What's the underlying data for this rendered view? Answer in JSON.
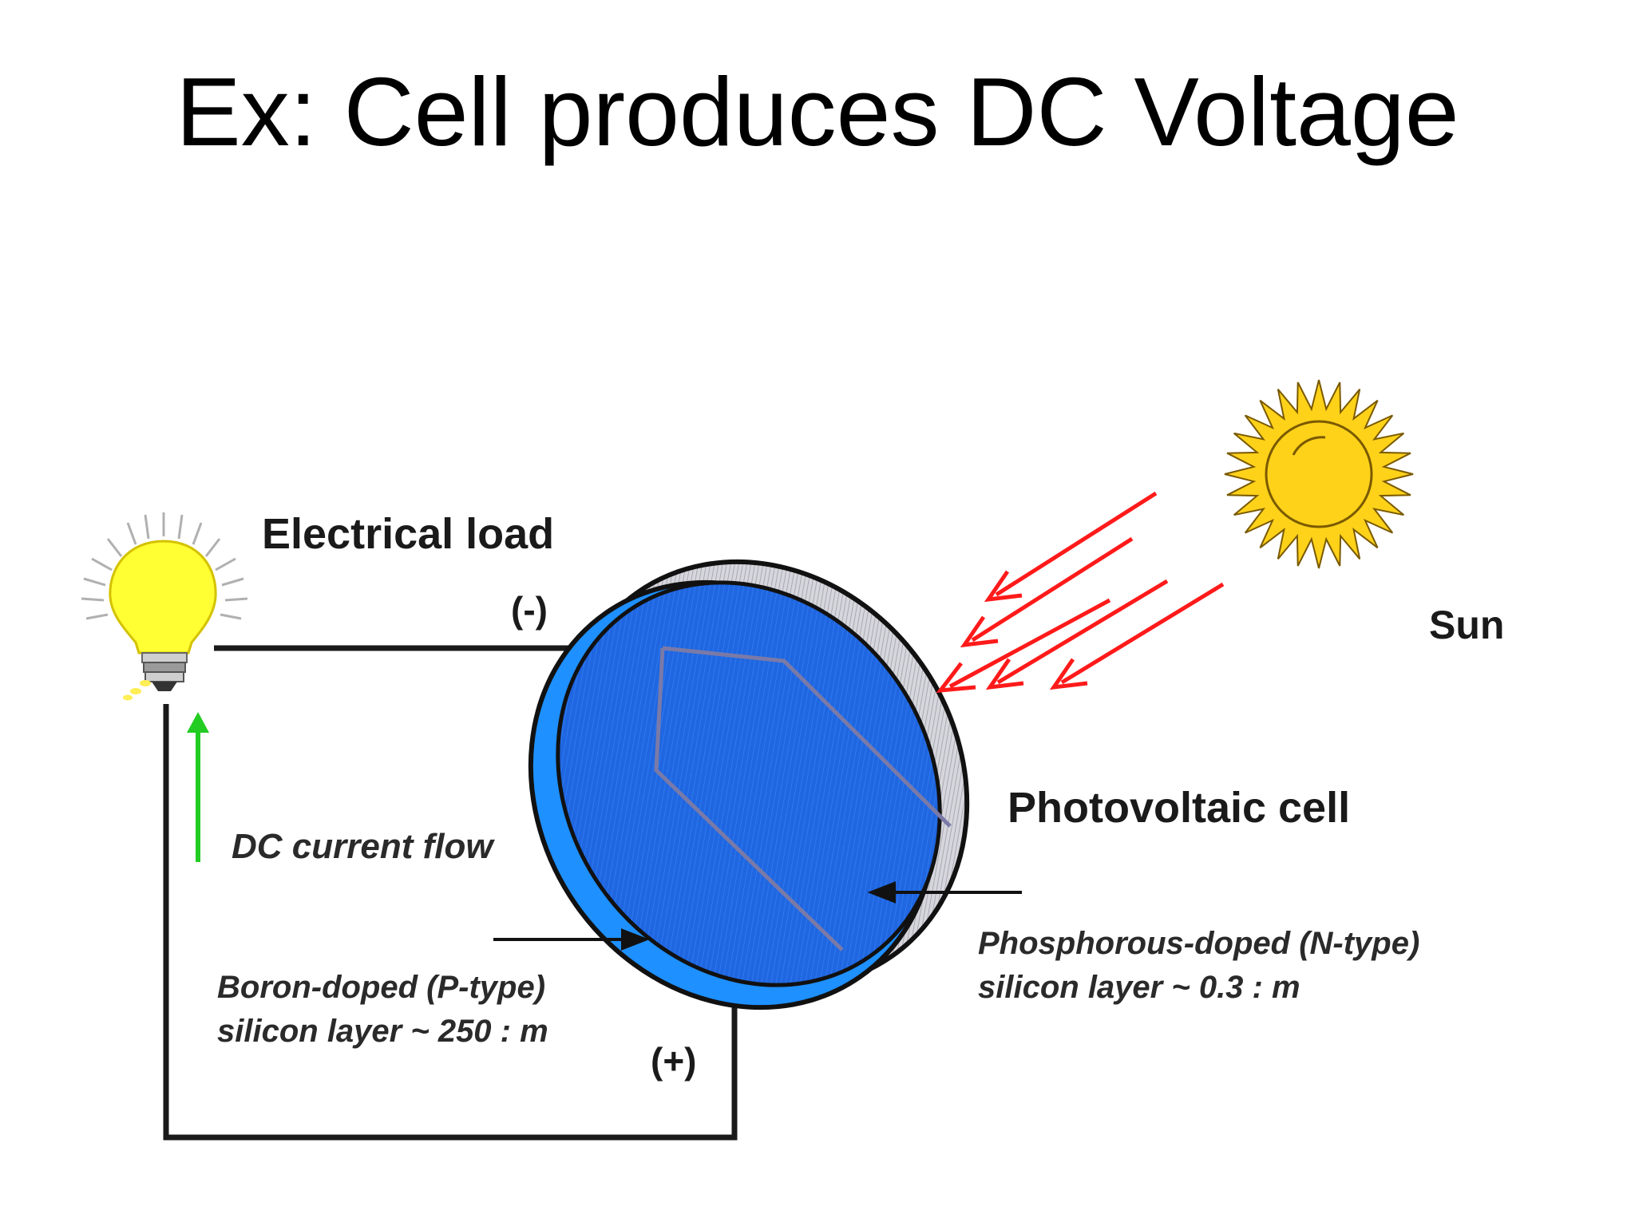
{
  "slide": {
    "title": "Ex: Cell produces DC Voltage"
  },
  "diagram": {
    "labels": {
      "electrical_load": "Electrical load",
      "negative_terminal": "(-)",
      "positive_terminal": "(+)",
      "sun": "Sun",
      "photovoltaic_cell": "Photovoltaic cell",
      "dc_current_flow": "DC current flow",
      "p_layer_line1": "Boron-doped (P-type)",
      "p_layer_line2": "silicon layer ~ 250 : m",
      "n_layer_line1": "Phosphorous-doped (N-type)",
      "n_layer_line2": "silicon layer ~ 0.3 : m"
    },
    "icons": [
      "lightbulb-icon",
      "sun-icon",
      "light-ray-arrows",
      "current-arrow"
    ],
    "colors": {
      "cell_blue": "#1f66e0",
      "cell_edge_blue": "#1e90ff",
      "rim_gray": "#c8c8d0",
      "ray_red": "#ff1a1a",
      "current_green": "#22cc22",
      "sun_yellow": "#ffd21a",
      "bulb_yellow": "#ffff33"
    }
  }
}
